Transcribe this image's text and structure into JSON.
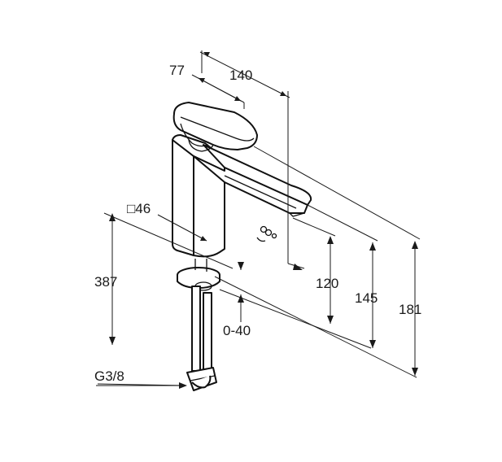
{
  "dimensions": {
    "d77": "77",
    "d140": "140",
    "d46": "□46",
    "d387": "387",
    "d120": "120",
    "d145": "145",
    "d181": "181",
    "d040": "0-40",
    "g38": "G3/8"
  },
  "colors": {
    "line": "#1a1a1a",
    "background": "#ffffff"
  }
}
